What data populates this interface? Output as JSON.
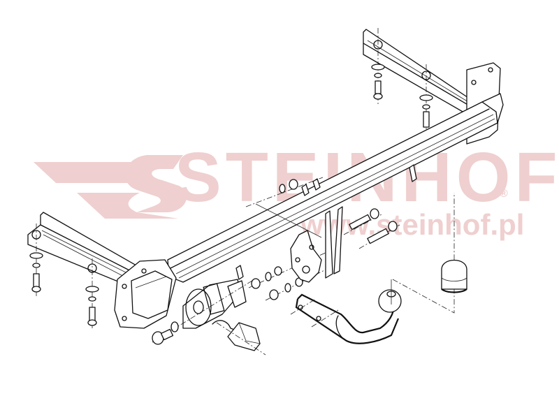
{
  "diagram": {
    "type": "exploded-assembly-drawing",
    "subject": "tow bar (towing hitch) assembly",
    "watermark": {
      "brand": "STEINHOF",
      "registered_mark": "®",
      "url": "www.steinhof.pl",
      "color": "#efcfcf"
    },
    "parts": [
      {
        "id": "crossbar",
        "label": "main crossbar beam"
      },
      {
        "id": "left-side-bracket",
        "label": "left mounting rail with bolts, washers, nuts"
      },
      {
        "id": "right-side-bracket",
        "label": "right mounting rail with bolts, washers, nuts"
      },
      {
        "id": "socket-plate",
        "label": "electrical socket mounting plate"
      },
      {
        "id": "electrical-socket",
        "label": "7-pin electrical socket"
      },
      {
        "id": "hitch-bracket",
        "label": "center hitch bracket plates"
      },
      {
        "id": "fastener-set",
        "label": "bolts, nuts and washers"
      },
      {
        "id": "tow-ball-neck",
        "label": "tow ball neck with ball"
      },
      {
        "id": "ball-cap",
        "label": "tow ball protective cap"
      }
    ],
    "line_color": "#111111",
    "background": "#ffffff"
  }
}
